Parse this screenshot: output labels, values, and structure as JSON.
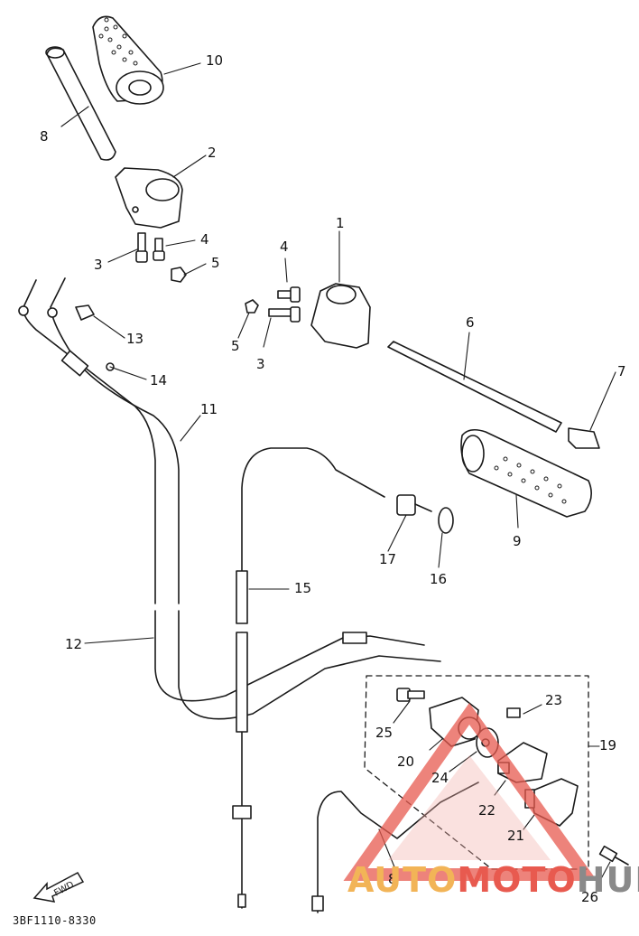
{
  "parts": {
    "p1": "1",
    "p2": "2",
    "p3a": "3",
    "p3b": "3",
    "p4a": "4",
    "p4b": "4",
    "p5a": "5",
    "p5b": "5",
    "p6": "6",
    "p7": "7",
    "p8a": "8",
    "p8b": "8",
    "p9": "9",
    "p10": "10",
    "p11": "11",
    "p12": "12",
    "p13": "13",
    "p14": "14",
    "p15": "15",
    "p16": "16",
    "p17": "17",
    "p19": "19",
    "p20": "20",
    "p21": "21",
    "p22": "22",
    "p23": "23",
    "p24": "24",
    "p25": "25",
    "p26": "26"
  },
  "diagram_code": "3BF1110-8330",
  "fwd_label": "FWD",
  "watermark": {
    "auto": "AUTO",
    "moto": "MOTO",
    "hub": "HUB"
  },
  "colors": {
    "line": "#1a1a1a",
    "watermark_red": "#e85a4f",
    "watermark_orange": "#f2b457",
    "watermark_gray": "#8a8a8a"
  }
}
